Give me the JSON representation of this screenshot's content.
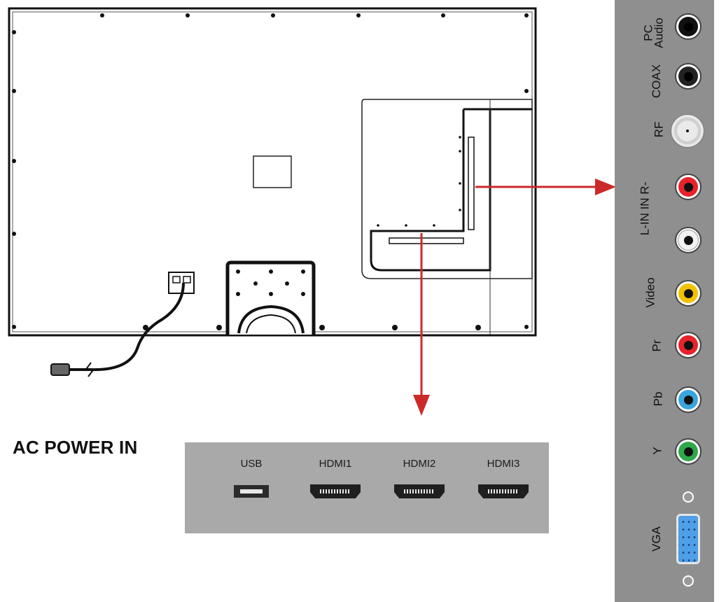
{
  "power_label": "AC POWER IN",
  "bottom_panel": {
    "ports": [
      {
        "label": "USB",
        "type": "usb"
      },
      {
        "label": "HDMI1",
        "type": "hdmi"
      },
      {
        "label": "HDMI2",
        "type": "hdmi"
      },
      {
        "label": "HDMI3",
        "type": "hdmi"
      }
    ]
  },
  "side_panel": {
    "ports": [
      {
        "label": "PC\nAudio",
        "type": "jack",
        "color": "#111111"
      },
      {
        "label": "COAX",
        "type": "jack",
        "color": "#111111"
      },
      {
        "label": "RF",
        "type": "rf",
        "color": "#e0e0e0"
      },
      {
        "label": "L-IN IN R-",
        "type": "jack",
        "color": "#e8222a"
      },
      {
        "label": "",
        "type": "jack",
        "color": "#f2f2f2"
      },
      {
        "label": "Video",
        "type": "jack",
        "color": "#f2c200"
      },
      {
        "label": "Pr",
        "type": "jack",
        "color": "#e8222a"
      },
      {
        "label": "Pb",
        "type": "jack",
        "color": "#3aa6de"
      },
      {
        "label": "Y",
        "type": "jack",
        "color": "#2ea84a"
      },
      {
        "label": "VGA",
        "type": "vga",
        "color": "#4f9ee8"
      }
    ]
  },
  "colors": {
    "arrow": "#cc2a2a",
    "panel_dark": "#8f8f8f",
    "panel_light": "#a9a9a9",
    "outline": "#111111"
  }
}
